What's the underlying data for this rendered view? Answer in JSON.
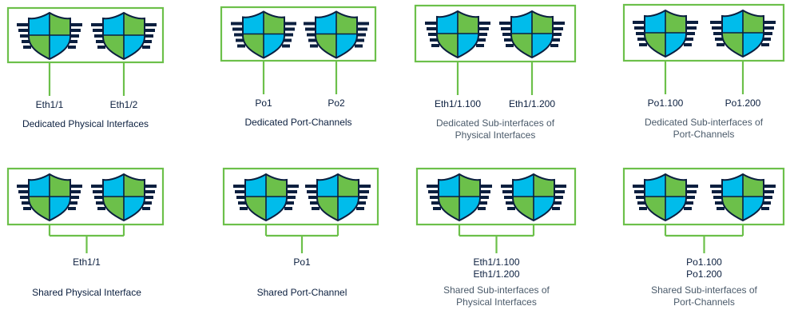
{
  "colors": {
    "box_border": "#6cc04a",
    "shield_green": "#6cc04a",
    "shield_blue": "#00bceb",
    "shield_outline": "#0b1f3f",
    "bars": "#0b1f3f",
    "text_dark": "#0b1f3f",
    "text_light": "#4a5a6a"
  },
  "top_row": [
    {
      "type": "dedicated",
      "labels": [
        "Eth1/1",
        "Eth1/2"
      ],
      "title_lines": [
        "Dedicated Physical Interfaces"
      ],
      "title_style": "dark"
    },
    {
      "type": "dedicated",
      "labels": [
        "Po1",
        "Po2"
      ],
      "title_lines": [
        "Dedicated Port-Channels"
      ],
      "title_style": "dark"
    },
    {
      "type": "dedicated",
      "labels": [
        "Eth1/1.100",
        "Eth1/1.200"
      ],
      "title_lines": [
        "Dedicated Sub-interfaces of",
        "Physical Interfaces"
      ],
      "title_style": "light"
    },
    {
      "type": "dedicated",
      "labels": [
        "Po1.100",
        "Po1.200"
      ],
      "title_lines": [
        "Dedicated Sub-interfaces of",
        "Port-Channels"
      ],
      "title_style": "light"
    }
  ],
  "bottom_row": [
    {
      "type": "shared",
      "labels": [
        "Eth1/1"
      ],
      "title_lines": [
        "Shared Physical Interface"
      ],
      "title_style": "dark"
    },
    {
      "type": "shared",
      "labels": [
        "Po1"
      ],
      "title_lines": [
        "Shared Port-Channel"
      ],
      "title_style": "dark"
    },
    {
      "type": "shared",
      "labels": [
        "Eth1/1.100",
        "Eth1/1.200"
      ],
      "title_lines": [
        "Shared Sub-interfaces of",
        "Physical Interfaces"
      ],
      "title_style": "light"
    },
    {
      "type": "shared",
      "labels": [
        "Po1.100",
        "Po1.200"
      ],
      "title_lines": [
        "Shared Sub-interfaces of",
        "Port-Channels"
      ],
      "title_style": "light"
    }
  ]
}
